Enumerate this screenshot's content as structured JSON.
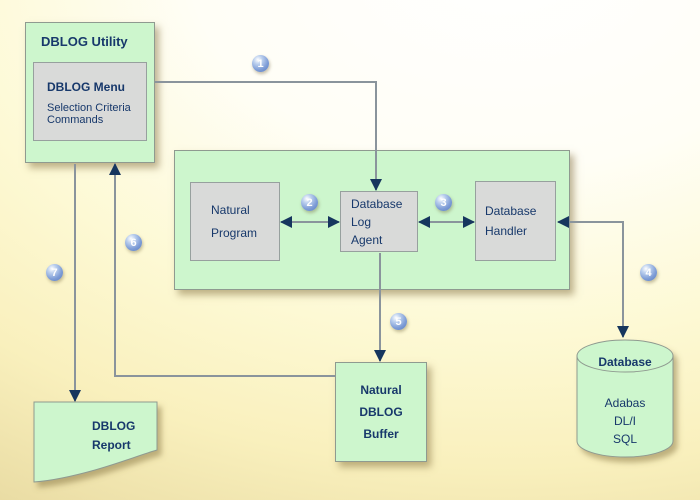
{
  "colors": {
    "box_green": "#cdf6cd",
    "panel_gray": "#d9dad9",
    "text_navy": "#17386b",
    "line_gray": "#8a949c",
    "arrow_navy": "#16365e",
    "badge_blue": "#7d9cd6",
    "background_yellow": "#f9f0bd"
  },
  "utility": {
    "title": "DBLOG Utility",
    "menu": {
      "title": "DBLOG Menu",
      "lines": [
        "Selection Criteria",
        "Commands"
      ]
    }
  },
  "process": {
    "boxes": [
      {
        "name": "natural-program",
        "lines": [
          "Natural",
          "Program"
        ]
      },
      {
        "name": "database-log-agent",
        "lines": [
          "Database",
          "Log",
          "Agent"
        ]
      },
      {
        "name": "database-handler",
        "lines": [
          "Database",
          "Handler"
        ]
      }
    ]
  },
  "buffer": {
    "lines": [
      "Natural",
      "DBLOG",
      "Buffer"
    ]
  },
  "report": {
    "lines": [
      "DBLOG",
      "Report"
    ]
  },
  "database": {
    "title": "Database",
    "items": [
      "Adabas",
      "DL/I",
      "SQL"
    ]
  },
  "steps": [
    "1",
    "2",
    "3",
    "4",
    "5",
    "6",
    "7"
  ]
}
